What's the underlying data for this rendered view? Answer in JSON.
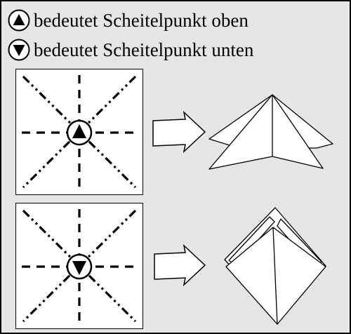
{
  "legend": {
    "top_vertex": {
      "symbol": "triangle-up-circle-icon",
      "text": "bedeutet Scheitelpunkt oben"
    },
    "bottom_vertex": {
      "symbol": "triangle-down-circle-icon",
      "text": "bedeutet Scheitelpunkt unten"
    }
  },
  "colors": {
    "background": "#e6e6e6",
    "paper": "#ffffff",
    "ink": "#000000"
  },
  "folds": [
    {
      "crease_pattern": "square-with-dashed-and-dash-dot-creases",
      "center_mark": "triangle-up-circle-icon",
      "result": "folded-model-vertex-up"
    },
    {
      "crease_pattern": "square-with-dashed-and-dash-dot-creases",
      "center_mark": "triangle-down-circle-icon",
      "result": "folded-model-vertex-down"
    }
  ]
}
